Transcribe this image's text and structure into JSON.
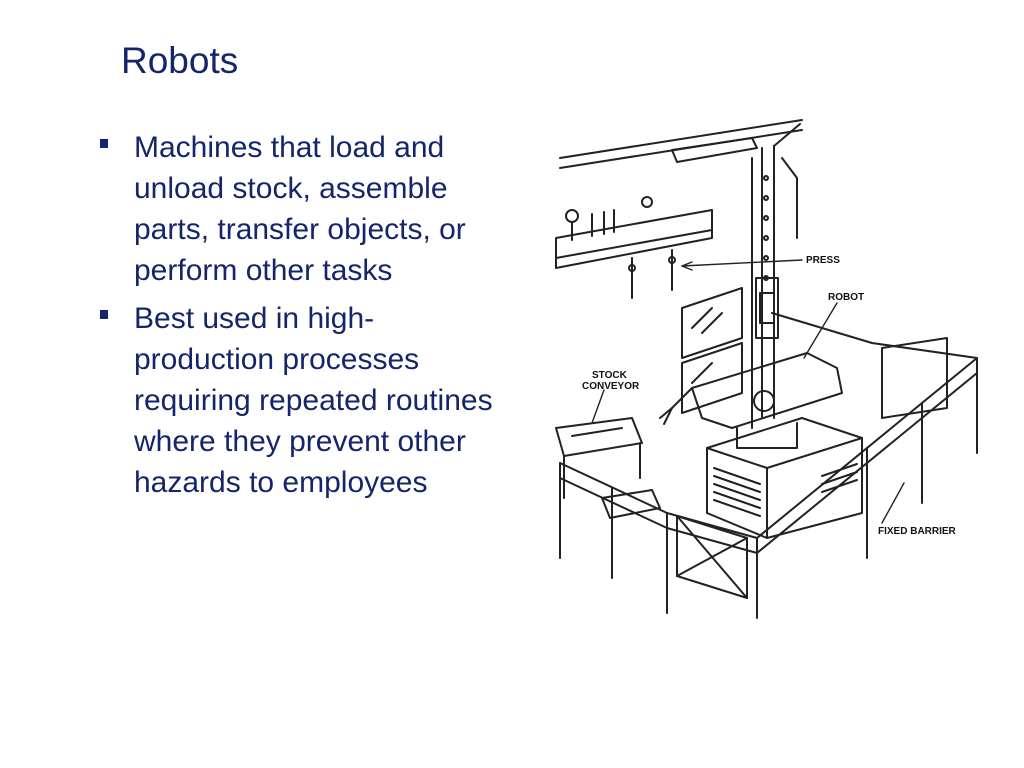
{
  "slide": {
    "title": "Robots",
    "bullets": [
      "Machines that load and unload stock, assemble parts, transfer objects, or perform other tasks",
      "Best used in high-production processes requiring repeated routines where they prevent other hazards to employees"
    ]
  },
  "illustration": {
    "labels": {
      "press": "PRESS",
      "robot": "ROBOT",
      "stock_conveyor_line1": "STOCK",
      "stock_conveyor_line2": "CONVEYOR",
      "fixed_barrier": "FIXED BARRIER"
    }
  },
  "colors": {
    "text": "#14256b",
    "line_art": "#222222",
    "background": "#ffffff"
  }
}
